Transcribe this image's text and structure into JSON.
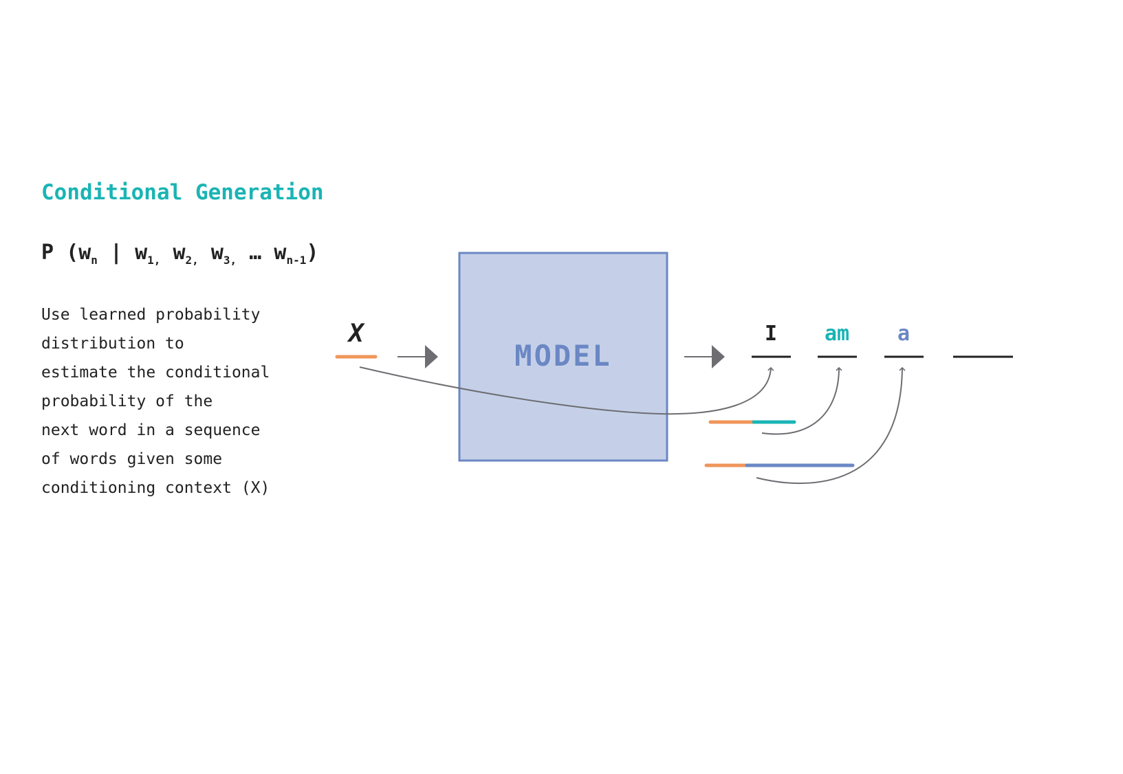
{
  "title": "Conditional Generation",
  "formula": {
    "p": "P",
    "open": "(",
    "w": "w",
    "sub_n": "n",
    "bar": "|",
    "sub_1": "1,",
    "sub_2": "2,",
    "sub_3": "3,",
    "ellipsis": "…",
    "sub_n1": "n-1",
    "close": ")"
  },
  "description": [
    "Use learned probability",
    "distribution to",
    "estimate the conditional",
    "probability of the",
    "next word in a sequence",
    "of words given some",
    "conditioning context (X)"
  ],
  "input_label": "X",
  "model_label": "MODEL",
  "output_words": [
    "I",
    "am",
    "a",
    ""
  ],
  "colors": {
    "title": "#1ab4b4",
    "context": "#f0955a",
    "word_am": "#1ab4b4",
    "word_a": "#6b87c4",
    "model_fill": "#c5d0e8",
    "model_border": "#6b87c4",
    "arrow": "#6d6d72"
  }
}
